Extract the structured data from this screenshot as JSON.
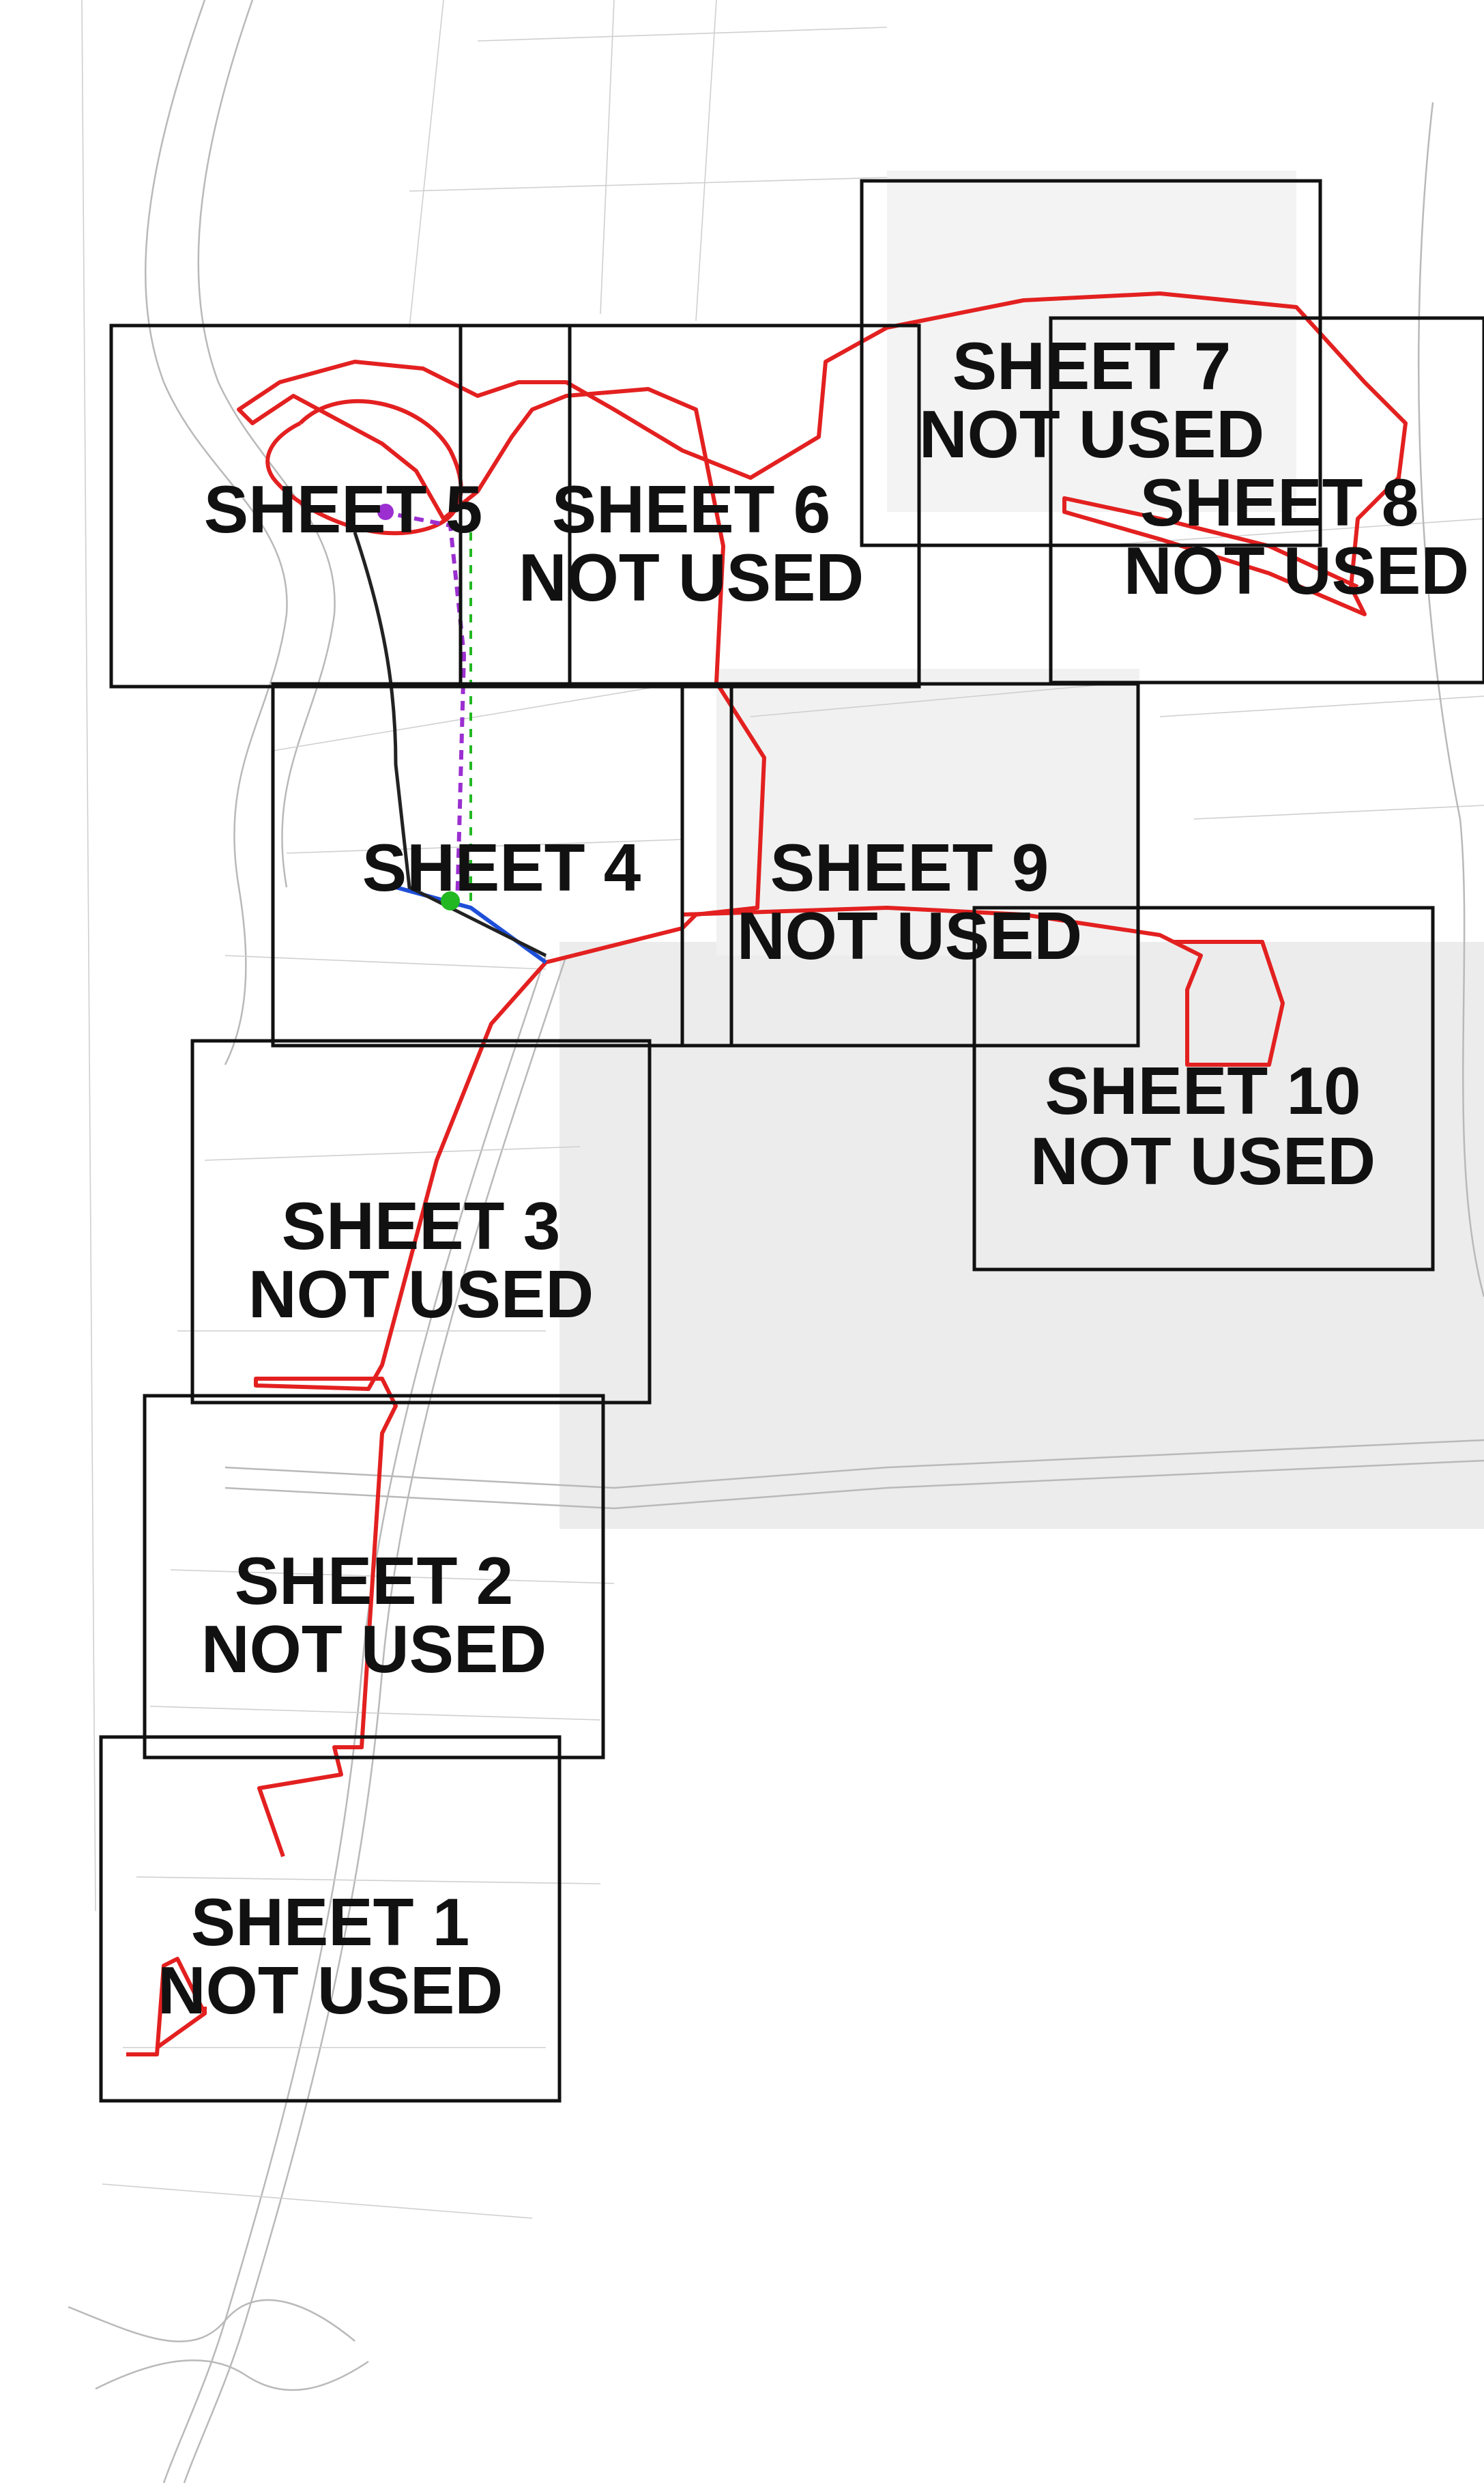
{
  "colors": {
    "route": "#e32020",
    "frame": "#111111",
    "basemap": "#b9b9b9",
    "purple": "#9b2fd0",
    "green": "#22b822",
    "blue": "#1e4fd8"
  },
  "sheets": [
    {
      "id": "sheet-1",
      "title": "SHEET 1",
      "status": "NOT USED"
    },
    {
      "id": "sheet-2",
      "title": "SHEET 2",
      "status": "NOT USED"
    },
    {
      "id": "sheet-3",
      "title": "SHEET 3",
      "status": "NOT USED"
    },
    {
      "id": "sheet-4",
      "title": "SHEET 4",
      "status": ""
    },
    {
      "id": "sheet-5",
      "title": "SHEET 5",
      "status": ""
    },
    {
      "id": "sheet-6",
      "title": "SHEET 6",
      "status": "NOT USED"
    },
    {
      "id": "sheet-7",
      "title": "SHEET 7",
      "status": "NOT USED"
    },
    {
      "id": "sheet-8",
      "title": "SHEET 8",
      "status": "NOT USED"
    },
    {
      "id": "sheet-9",
      "title": "SHEET 9",
      "status": "NOT USED"
    },
    {
      "id": "sheet-10",
      "title": "SHEET 10",
      "status": "NOT USED"
    }
  ]
}
